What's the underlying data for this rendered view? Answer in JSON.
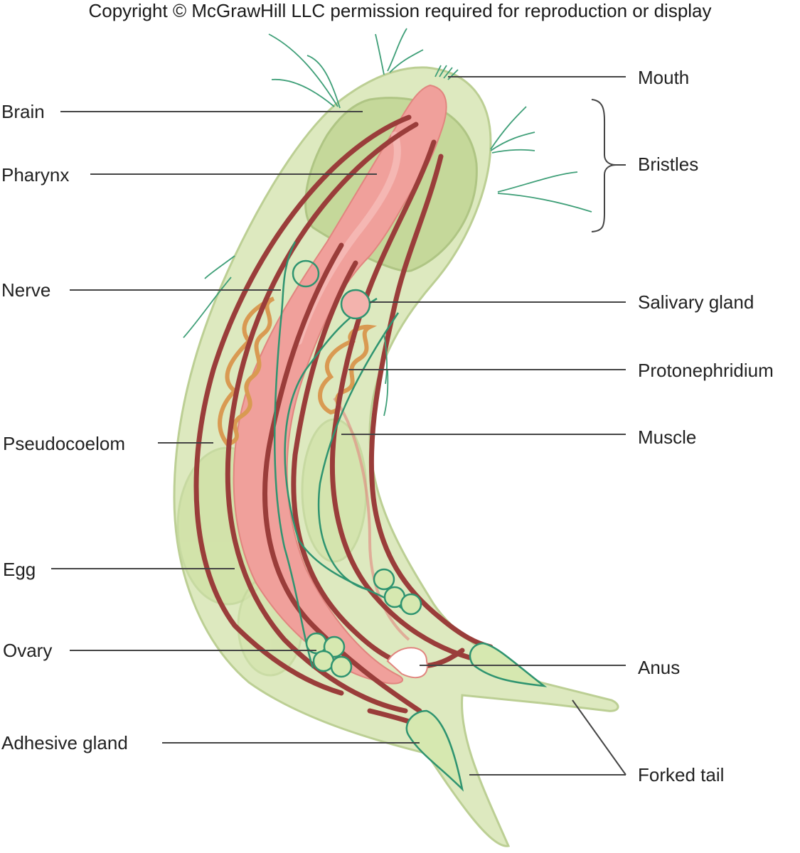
{
  "copyright": "Copyright © McGrawHill LLC permission required for reproduction or display",
  "labels": {
    "brain": "Brain",
    "pharynx": "Pharynx",
    "nerve": "Nerve",
    "pseudocoelom": "Pseudocoelom",
    "egg": "Egg",
    "ovary": "Ovary",
    "adhesive_gland": "Adhesive gland",
    "mouth": "Mouth",
    "bristles": "Bristles",
    "salivary_gland": "Salivary gland",
    "protonephridium": "Protonephridium",
    "muscle": "Muscle",
    "anus": "Anus",
    "forked_tail": "Forked tail"
  },
  "colors": {
    "body": "#dde9bf",
    "body_outline": "#bccf94",
    "brain": "#c5d89a",
    "gut": "#f0a09b",
    "muscle": "#9a3d3a",
    "nerve": "#2f9470",
    "protonephridium": "#d99a52",
    "bristle": "#3f9f78"
  }
}
